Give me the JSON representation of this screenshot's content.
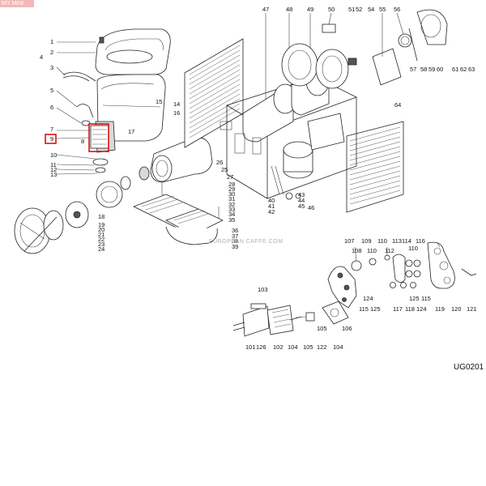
{
  "corner_badge": "MY MINI",
  "drawing_code": "UG0201",
  "watermark": "EUROPEAN CAFFE.COM",
  "highlight_color": "#d11111",
  "highlighted_parts": [
    "9"
  ],
  "labels": {
    "l1": "1",
    "l2": "2",
    "l3": "3",
    "l4": "4",
    "l5": "5",
    "l6": "6",
    "l7": "7",
    "l8": "8",
    "l9": "9",
    "l10": "10",
    "l11": "11",
    "l12": "12",
    "l13": "13",
    "l14": "14",
    "l15": "15",
    "l16": "16",
    "l17": "17",
    "l18": "18",
    "l19": "19",
    "l20": "20",
    "l21": "21",
    "l22": "22",
    "l23": "23",
    "l24": "24",
    "l25": "25",
    "l26": "26",
    "l27": "27",
    "l28": "28",
    "l29": "29",
    "l30": "30",
    "l31": "31",
    "l32": "32",
    "l33": "33",
    "l34": "34",
    "l35": "35",
    "l36": "36",
    "l37": "37",
    "l38": "38",
    "l39": "39",
    "l40": "40",
    "l41": "41",
    "l42": "42",
    "l43": "43",
    "l44": "44",
    "l45": "45",
    "l46": "46",
    "l47": "47",
    "l48": "48",
    "l49": "49",
    "l50": "50",
    "l51": "51",
    "l52": "52",
    "l54": "54",
    "l55": "55",
    "l56": "56",
    "l57": "57",
    "l58": "58",
    "l59": "59",
    "l60": "60",
    "l61": "61",
    "l62": "62",
    "l63": "63",
    "l64": "64",
    "l101": "101",
    "l102": "102",
    "l103": "103",
    "l104a": "104",
    "l104b": "104",
    "l105a": "105",
    "l105b": "105",
    "l106": "106",
    "l107": "107",
    "l108": "108",
    "l109": "109",
    "l110a": "110",
    "l110b": "110",
    "l112": "112",
    "l113": "113",
    "l114": "114",
    "l115a": "115",
    "l115b": "115",
    "l116": "116",
    "l117": "117",
    "l118": "118",
    "l119": "119",
    "l120": "120",
    "l121": "121",
    "l122": "122",
    "l124a": "124",
    "l124b": "124",
    "l125a": "125",
    "l125b": "125",
    "l126": "126"
  }
}
